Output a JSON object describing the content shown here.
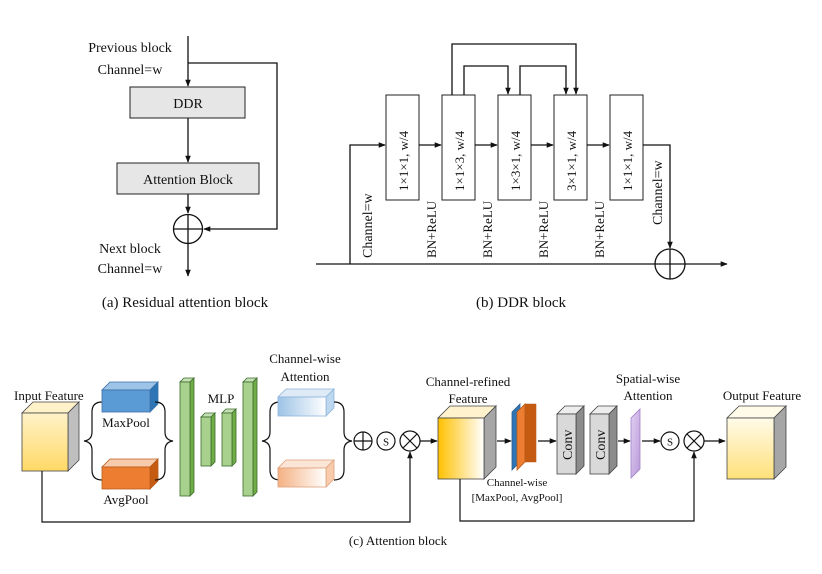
{
  "panel_a": {
    "input_label_1": "Previous block",
    "input_label_2": "Channel=w",
    "box_ddr": "DDR",
    "box_attention": "Attention Block",
    "output_label_1": "Next block",
    "output_label_2": "Channel=w",
    "caption": "(a) Residual attention block"
  },
  "panel_b": {
    "input_channel": "Channel=w",
    "boxes": [
      "1×1×1, w/4",
      "1×1×3, w/4",
      "1×3×1, w/4",
      "3×1×1, w/4",
      "1×1×1, w/4"
    ],
    "bn_relu": "BN+ReLU",
    "output_channel": "Channel=w",
    "caption": "(b) DDR block"
  },
  "panel_c": {
    "input_feature": "Input Feature",
    "maxpool": "MaxPool",
    "avgpool": "AvgPool",
    "mlp": "MLP",
    "channel_attention_1": "Channel-wise",
    "channel_attention_2": "Attention",
    "sigmoid": "S",
    "channel_refined_1": "Channel-refined",
    "channel_refined_2": "Feature",
    "channel_pool_1": "Channel-wise",
    "channel_pool_2": "[MaxPool, AvgPool]",
    "conv": "Conv",
    "spatial_attention_1": "Spatial-wise",
    "spatial_attention_2": "Attention",
    "output_feature": "Output Feature",
    "caption": "(c) Attention block"
  },
  "colors": {
    "box_fill": "#e6e6e6",
    "maxpool_blue": "#5b9bd5",
    "avgpool_orange": "#ed7d31",
    "mlp_green": "#a9d18e",
    "input_yellow": "#ffe699",
    "conv_gray": "#d9d9d9",
    "spatial_purple": "#cdb4e6"
  }
}
